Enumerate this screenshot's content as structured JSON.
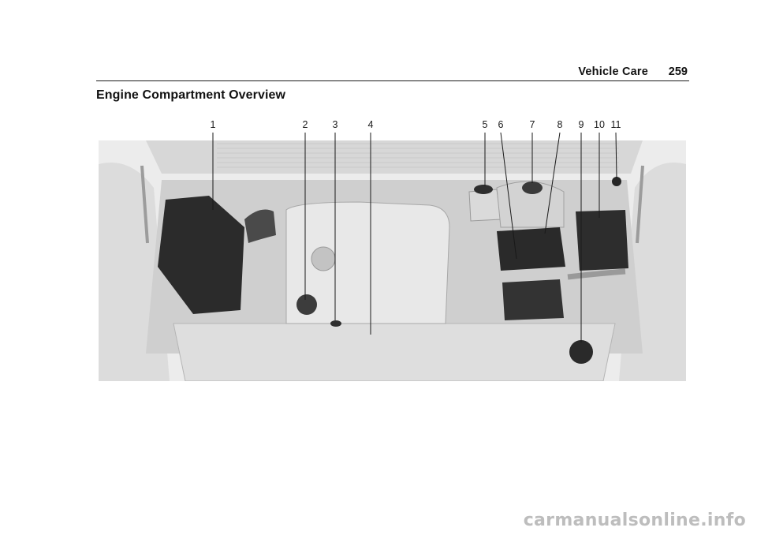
{
  "header": {
    "section": "Vehicle Care",
    "page_number": "259"
  },
  "title": "Engine Compartment Overview",
  "figure": {
    "callouts": [
      {
        "label": "1"
      },
      {
        "label": "2"
      },
      {
        "label": "3"
      },
      {
        "label": "4"
      },
      {
        "label": "5"
      },
      {
        "label": "6"
      },
      {
        "label": "7"
      },
      {
        "label": "8"
      },
      {
        "label": "9"
      },
      {
        "label": "10"
      },
      {
        "label": "11"
      }
    ]
  },
  "footer": {
    "watermark": "carmanualsonline.info"
  }
}
